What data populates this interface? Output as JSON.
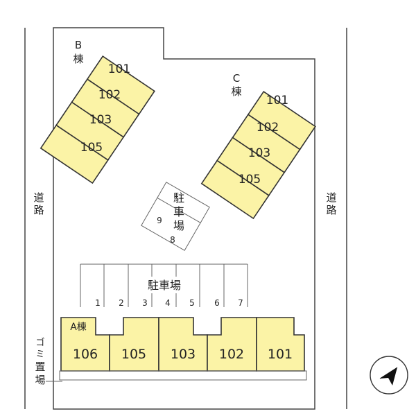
{
  "roads": {
    "left": "道路",
    "right": "道路"
  },
  "garbage": "ゴミ置場",
  "building_a": {
    "label": "A棟",
    "units": [
      "106",
      "105",
      "103",
      "102",
      "101"
    ]
  },
  "building_b": {
    "label_top": "B",
    "label_bottom": "棟",
    "units": [
      "101",
      "102",
      "103",
      "105"
    ]
  },
  "building_c": {
    "label_top": "C",
    "label_bottom": "棟",
    "units": [
      "101",
      "102",
      "103",
      "105"
    ]
  },
  "parking_center": {
    "chars": [
      "駐",
      "車",
      "場"
    ],
    "slot_9": "9",
    "slot_8": "8"
  },
  "parking_row": {
    "label": "駐車場",
    "slots": [
      "1",
      "2",
      "3",
      "4",
      "5",
      "6",
      "7"
    ]
  },
  "compass_icon": "north-arrow-icon"
}
